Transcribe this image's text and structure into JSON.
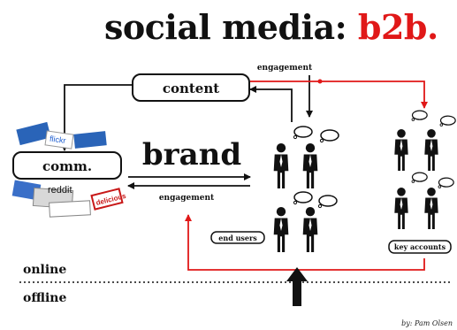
{
  "title": {
    "main": "social media:",
    "accent": "b2b."
  },
  "diagram": {
    "nodes": {
      "content": "content",
      "comm": "comm.",
      "brand": "brand",
      "end_users": "end users",
      "key_accounts": "key accounts"
    },
    "edges": {
      "engagement_top": "engagement",
      "engagement_mid": "engagement"
    },
    "zones": {
      "online": "online",
      "offline": "offline"
    },
    "logos": [
      "flickr",
      "reddit",
      "delicious"
    ]
  },
  "credit": "by: Pam Olsen",
  "colors": {
    "accent": "#e01818",
    "ink": "#111111"
  }
}
